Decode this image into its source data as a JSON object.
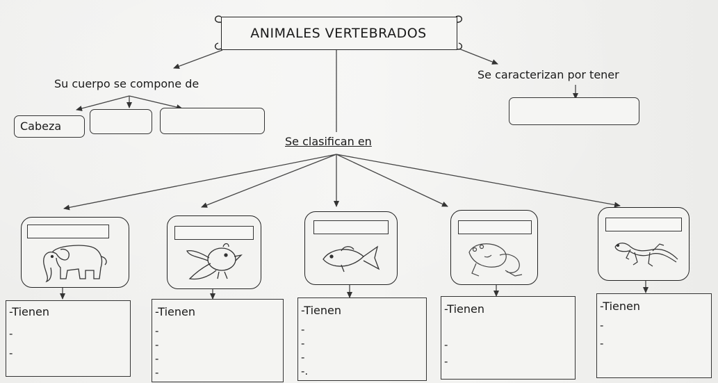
{
  "title": "ANIMALES VERTEBRADOS",
  "left_branch": {
    "label": "Su cuerpo se compone de",
    "parts": [
      "Cabeza",
      "",
      ""
    ]
  },
  "right_branch": {
    "label": "Se caracterizan por tener",
    "answer": ""
  },
  "center_branch": {
    "label": "Se clasifican en"
  },
  "groups": [
    {
      "animal": "elephant-icon",
      "name": "",
      "details": [
        "-Tienen",
        "-",
        "-"
      ]
    },
    {
      "animal": "bird-icon",
      "name": "",
      "details": [
        "-Tienen",
        "-",
        "-",
        "-",
        "-"
      ]
    },
    {
      "animal": "fish-icon",
      "name": "",
      "details": [
        "-Tienen",
        "-",
        "-",
        "-",
        "-."
      ]
    },
    {
      "animal": "frog-icon",
      "name": "",
      "details": [
        "-Tienen",
        "-",
        "-"
      ]
    },
    {
      "animal": "lizard-icon",
      "name": "",
      "details": [
        "-Tienen",
        "-",
        "-"
      ]
    }
  ]
}
